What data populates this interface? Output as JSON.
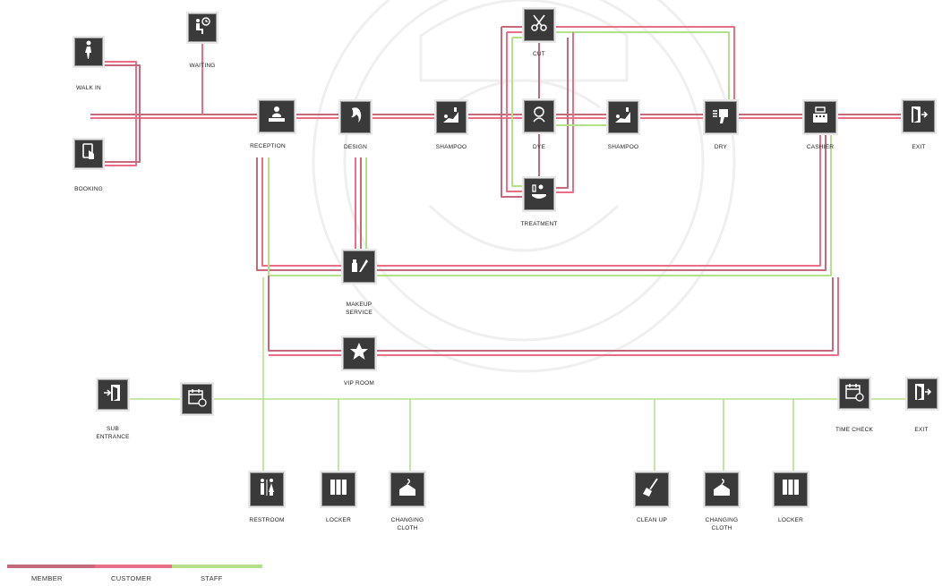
{
  "nodes": [
    {
      "key": "walk_in",
      "label": "WALK IN",
      "icon": "walk-icon"
    },
    {
      "key": "booking",
      "label": "BOOKING",
      "icon": "booking-icon"
    },
    {
      "key": "waiting",
      "label": "WAITING",
      "icon": "waiting-icon"
    },
    {
      "key": "reception",
      "label": "RECEPTION",
      "icon": "reception-icon"
    },
    {
      "key": "design",
      "label": "DESIGN",
      "icon": "design-icon"
    },
    {
      "key": "shampoo1",
      "label": "SHAMPOO",
      "icon": "shampoo-icon"
    },
    {
      "key": "cut",
      "label": "CUT",
      "icon": "scissors-icon"
    },
    {
      "key": "dye",
      "label": "DYE",
      "icon": "dye-icon"
    },
    {
      "key": "treatment",
      "label": "TREATMENT",
      "icon": "treatment-icon"
    },
    {
      "key": "shampoo2",
      "label": "SHAMPOO",
      "icon": "shampoo-icon"
    },
    {
      "key": "dry",
      "label": "DRY",
      "icon": "dryer-icon"
    },
    {
      "key": "cashier",
      "label": "CASHIER",
      "icon": "cash-register-icon"
    },
    {
      "key": "exit_main",
      "label": "EXIT",
      "icon": "exit-icon"
    },
    {
      "key": "makeup",
      "label": "MAKEUP\nSERVICE",
      "icon": "makeup-icon"
    },
    {
      "key": "vip",
      "label": "VIP ROOM",
      "icon": "star-icon"
    },
    {
      "key": "sub_entrance",
      "label": "SUB\nENTRANCE",
      "icon": "entrance-icon"
    },
    {
      "key": "calendar_left",
      "label": "",
      "icon": "calendar-icon"
    },
    {
      "key": "time_check",
      "label": "TIME CHECK",
      "icon": "calendar-icon"
    },
    {
      "key": "exit_staff",
      "label": "EXIT",
      "icon": "exit-icon"
    },
    {
      "key": "restroom",
      "label": "RESTROOM",
      "icon": "restroom-icon"
    },
    {
      "key": "locker1",
      "label": "LOCKER",
      "icon": "locker-icon"
    },
    {
      "key": "changing1",
      "label": "CHANGING\nCLOTH",
      "icon": "hanger-icon"
    },
    {
      "key": "clean_up",
      "label": "CLEAN UP",
      "icon": "broom-icon"
    },
    {
      "key": "changing2",
      "label": "CHANGING\nCLOTH",
      "icon": "hanger-icon"
    },
    {
      "key": "locker2",
      "label": "LOCKER",
      "icon": "locker-icon"
    }
  ],
  "legend": [
    {
      "label": "MEMBER",
      "color": "#c46a7a"
    },
    {
      "label": "CUSTOMER",
      "color": "#ea6f86"
    },
    {
      "label": "STAFF",
      "color": "#b5e08a"
    }
  ],
  "colors": {
    "member": "#c46a7a",
    "customer": "#ea6f86",
    "staff": "#b5e08a",
    "node": "#3a3a3a"
  }
}
